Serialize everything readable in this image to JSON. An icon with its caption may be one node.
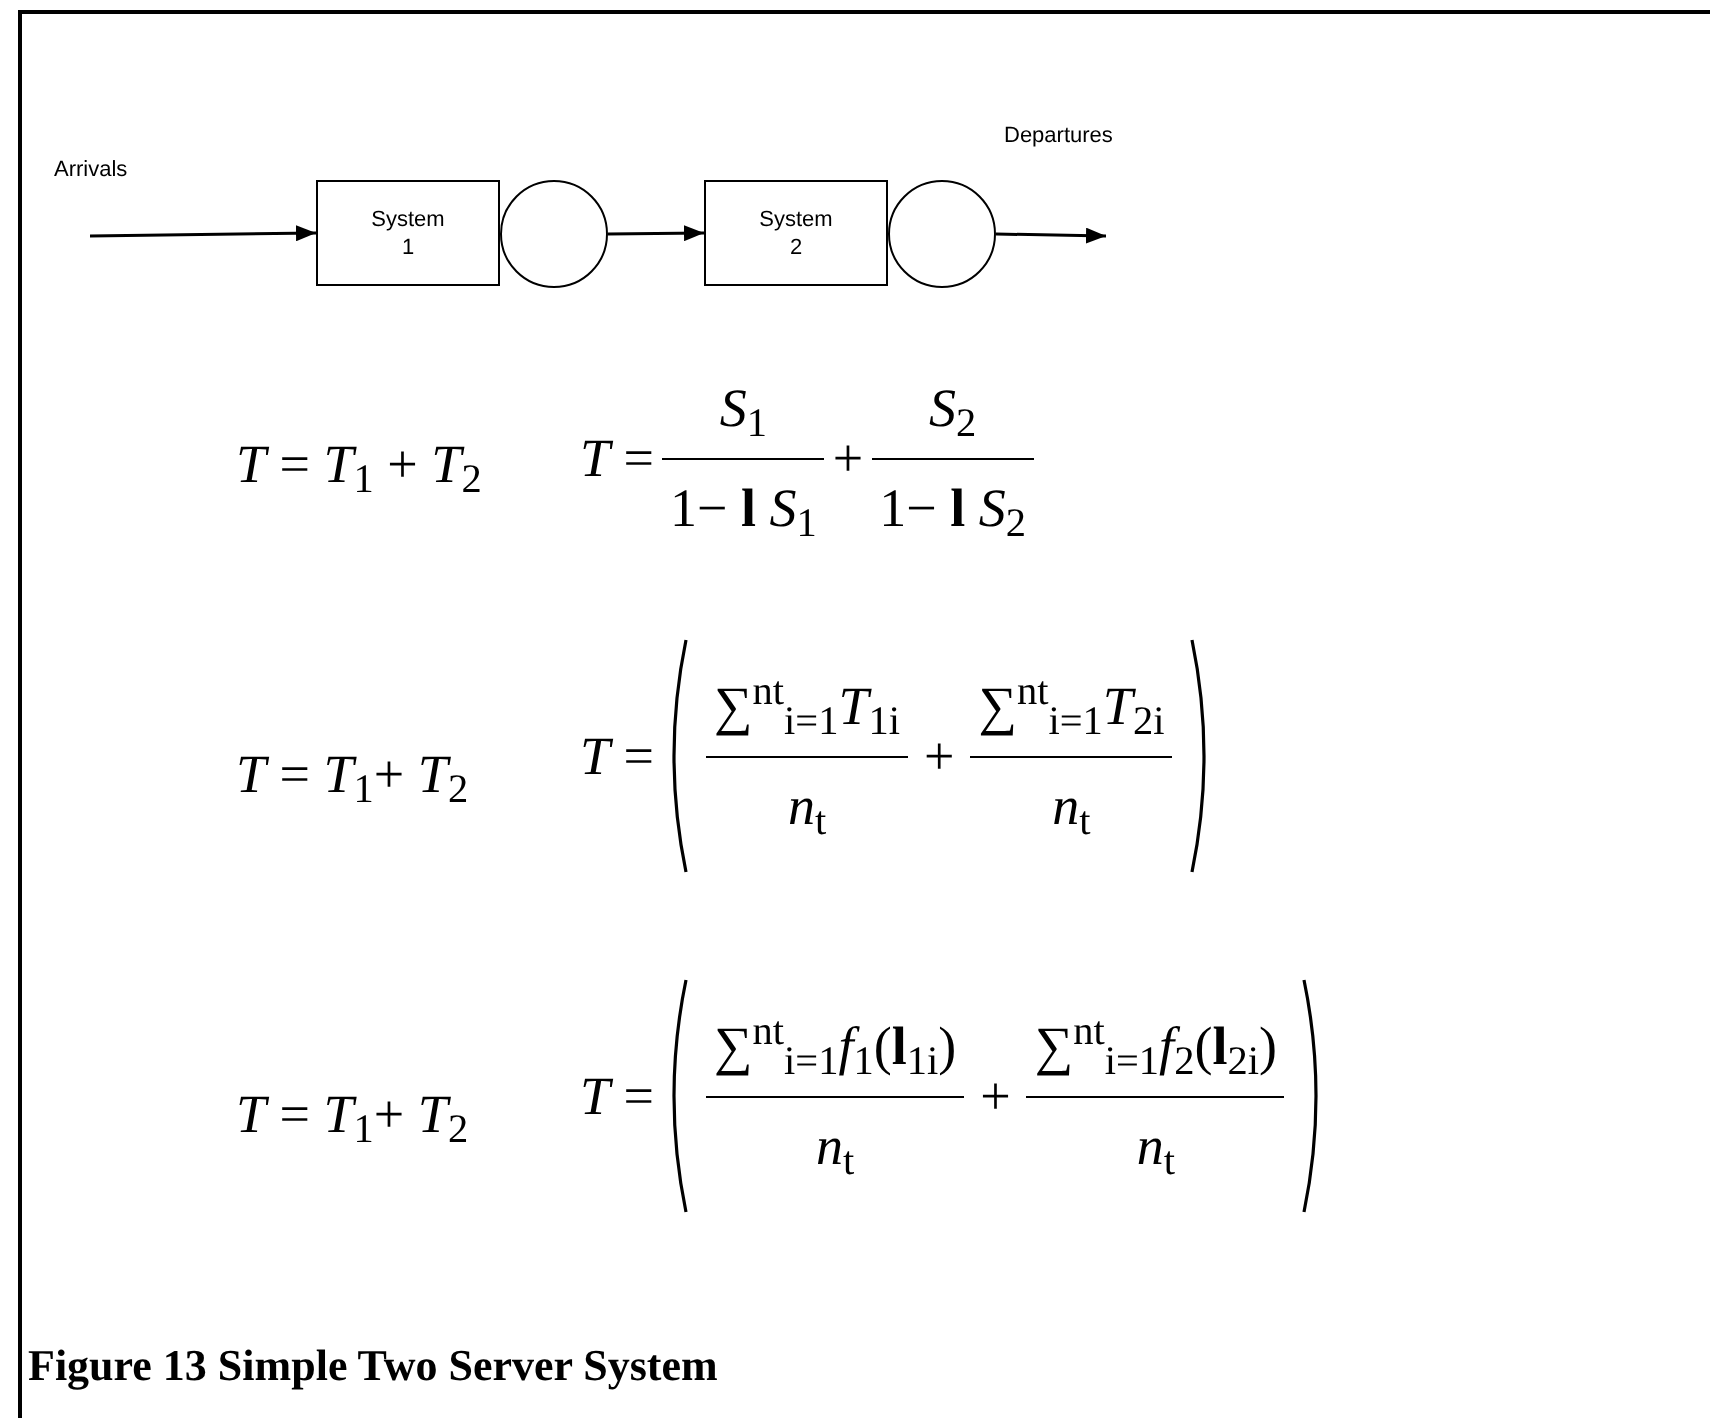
{
  "diagram": {
    "caption": "Figure 13 Simple Two Server System",
    "nodes": [
      {
        "text": [
          "System 1"
        ]
      },
      {
        "text": [],
        "shape": "circle"
      },
      {
        "text": [
          "System 2"
        ]
      },
      {
        "text": [],
        "shape": "circle"
      }
    ],
    "edges": [
      {
        "from": null,
        "to": 0,
        "arrow": "to"
      },
      {
        "from": 1,
        "to": 2,
        "arrow": "to"
      },
      {
        "from": 3,
        "to": null,
        "arrow": "to"
      }
    ],
    "labels": [
      "Arrivals",
      "Departures",
      "*T* = *T*$_{1}$ + *T*$_{2}$",
      "*T* =",
      "*S*$_{1}$",
      "1− **l** *S*$_{1}$",
      "+",
      "*S*$_{2}$",
      "1− **l** *S*$_{2}$",
      "*T* = *T*$_{1}$+ *T*$_{2}$",
      "*T* =",
      "∑$^{nt}$$_{i=1}$*T*$_{1i}$",
      "*n*$_{t}$",
      "+",
      "∑$^{nt}$$_{i=1}$*T*$_{2i}$",
      "*n*$_{t}$",
      "*T* = *T*$_{1}$+ *T*$_{2}$",
      "*T* =",
      "∑$^{nt}$$_{i=1}$*f*$_{1}$(**l**$_{1i}$)",
      "*n*$_{t}$",
      "+",
      "∑$^{nt}$$_{i=1}$*f*$_{2}$(**l**$_{2i}$)",
      "*n*$_{t}$"
    ]
  }
}
